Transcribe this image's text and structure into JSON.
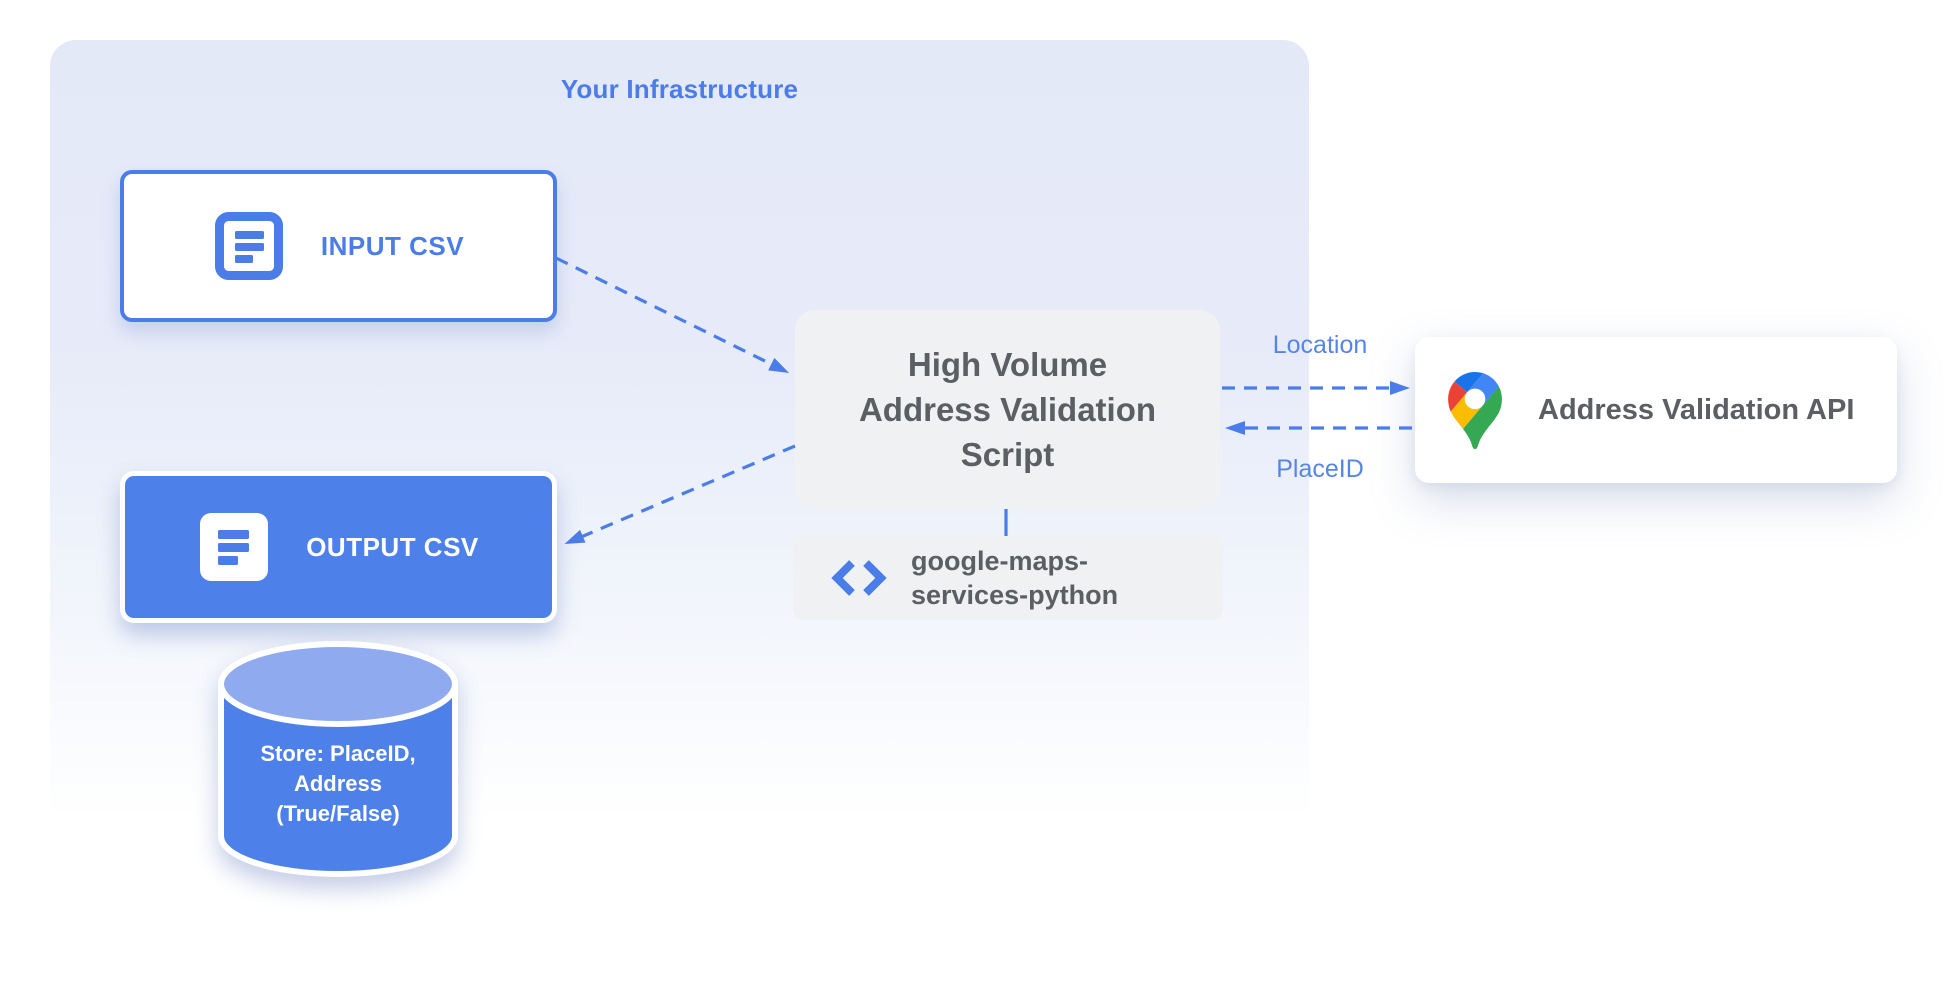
{
  "diagram": {
    "title": "Your Infrastructure",
    "nodes": {
      "input_csv": {
        "label": "INPUT CSV",
        "icon": "document-icon"
      },
      "output_csv": {
        "label": "OUTPUT CSV",
        "icon": "document-icon"
      },
      "script": {
        "lines": [
          "High Volume",
          "Address Validation",
          "Script"
        ]
      },
      "library": {
        "lines": [
          "google-maps-",
          "services-python"
        ],
        "icon": "code-brackets-icon"
      },
      "api": {
        "label": "Address Validation API",
        "icon": "google-maps-pin-icon"
      },
      "datastore": {
        "lines": [
          "Store: PlaceID,",
          "Address",
          "(True/False)"
        ]
      }
    },
    "edges": {
      "location": {
        "label": "Location"
      },
      "placeid": {
        "label": "PlaceID"
      }
    },
    "colors": {
      "primary_blue": "#4a7de8",
      "fill_blue": "#4d80e8",
      "label_blue": "#5585ea",
      "container_bg": "#e4e9f8",
      "box_gray": "#f0f1f2",
      "text_gray": "#5b5f63",
      "cylinder_top": "#8fa9ef",
      "pin_dark_blue": "#1a73e8",
      "pin_blue": "#4285f4",
      "pin_red": "#ea4335",
      "pin_yellow": "#fbbc04",
      "pin_green": "#34a853"
    }
  }
}
